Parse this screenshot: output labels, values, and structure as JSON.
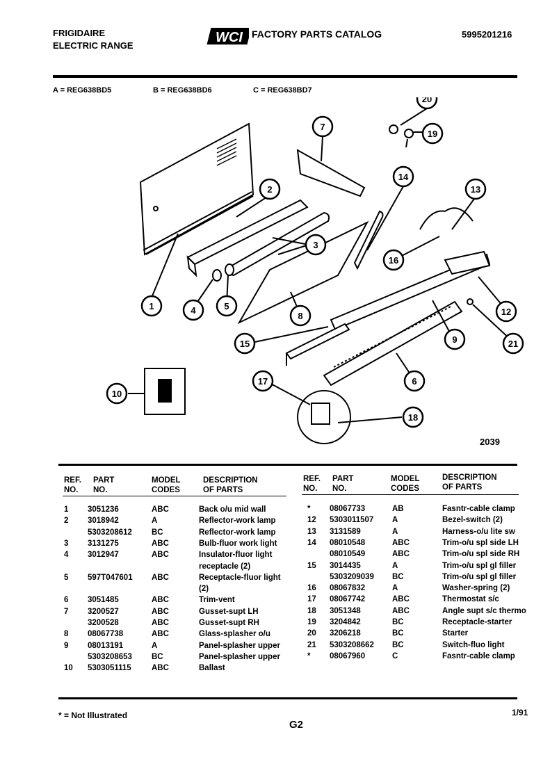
{
  "header": {
    "brand": "FRIGIDAIRE",
    "product": "ELECTRIC RANGE",
    "logo": "WCI",
    "catalog_title": "FACTORY PARTS CATALOG",
    "catalog_number": "5995201216"
  },
  "models_line": {
    "a": "A = REG638BD5",
    "b": "B = REG638BD6",
    "c": "C = REG638BD7"
  },
  "diagram": {
    "callouts": [
      "1",
      "2",
      "3",
      "4",
      "5",
      "6",
      "7",
      "8",
      "9",
      "10",
      "12",
      "13",
      "14",
      "15",
      "16",
      "17",
      "18",
      "19",
      "20",
      "21"
    ],
    "drawing_number": "2039"
  },
  "table_headers": {
    "ref": [
      "REF.",
      "NO."
    ],
    "part": [
      "PART",
      "NO."
    ],
    "model": [
      "MODEL",
      "CODES"
    ],
    "desc": [
      "DESCRIPTION",
      "OF PARTS"
    ]
  },
  "table_left": [
    {
      "ref": "1",
      "part": "3051236",
      "codes": "ABC",
      "desc": "Back o/u mid wall"
    },
    {
      "ref": "2",
      "part": "3018942",
      "codes": "A",
      "desc": "Reflector-work lamp"
    },
    {
      "ref": "",
      "part": "5303208612",
      "codes": "BC",
      "desc": "Reflector-work lamp"
    },
    {
      "ref": "3",
      "part": "3131275",
      "codes": "ABC",
      "desc": "Bulb-fluor work light"
    },
    {
      "ref": "4",
      "part": "3012947",
      "codes": "ABC",
      "desc": "Insulator-fluor light"
    },
    {
      "ref": "",
      "part": "",
      "codes": "",
      "desc": "receptacle (2)"
    },
    {
      "ref": "5",
      "part": "597T047601",
      "codes": "ABC",
      "desc": "Receptacle-fluor light"
    },
    {
      "ref": "",
      "part": "",
      "codes": "",
      "desc": "(2)"
    },
    {
      "ref": "6",
      "part": "3051485",
      "codes": "ABC",
      "desc": "Trim-vent"
    },
    {
      "ref": "7",
      "part": "3200527",
      "codes": "ABC",
      "desc": "Gusset-supt LH"
    },
    {
      "ref": "",
      "part": "3200528",
      "codes": "ABC",
      "desc": "Gusset-supt RH"
    },
    {
      "ref": "8",
      "part": "08067738",
      "codes": "ABC",
      "desc": "Glass-splasher o/u"
    },
    {
      "ref": "9",
      "part": "08013191",
      "codes": "A",
      "desc": "Panel-splasher upper"
    },
    {
      "ref": "",
      "part": "5303208653",
      "codes": "BC",
      "desc": "Panel-splasher upper"
    },
    {
      "ref": "10",
      "part": "5303051115",
      "codes": "ABC",
      "desc": "Ballast"
    }
  ],
  "table_right": [
    {
      "ref": "*",
      "part": "08067733",
      "codes": "AB",
      "desc": "Fasntr-cable clamp"
    },
    {
      "ref": "12",
      "part": "5303011507",
      "codes": "A",
      "desc": "Bezel-switch (2)"
    },
    {
      "ref": "13",
      "part": "3131589",
      "codes": "A",
      "desc": "Harness-o/u lite sw"
    },
    {
      "ref": "14",
      "part": "08010548",
      "codes": "ABC",
      "desc": "Trim-o/u spl side LH"
    },
    {
      "ref": "",
      "part": "08010549",
      "codes": "ABC",
      "desc": "Trim-o/u spl side RH"
    },
    {
      "ref": "15",
      "part": "3014435",
      "codes": "A",
      "desc": "Trim-o/u spl gl filler"
    },
    {
      "ref": "",
      "part": "5303209039",
      "codes": "BC",
      "desc": "Trim-o/u spl gl filler"
    },
    {
      "ref": "16",
      "part": "08067832",
      "codes": "A",
      "desc": "Washer-spring (2)"
    },
    {
      "ref": "17",
      "part": "08067742",
      "codes": "ABC",
      "desc": "Thermostat s/c"
    },
    {
      "ref": "18",
      "part": "3051348",
      "codes": "ABC",
      "desc": "Angle supt s/c thermo"
    },
    {
      "ref": "19",
      "part": "3204842",
      "codes": "BC",
      "desc": "Receptacle-starter"
    },
    {
      "ref": "20",
      "part": "3206218",
      "codes": "BC",
      "desc": "Starter"
    },
    {
      "ref": "21",
      "part": "5303208662",
      "codes": "BC",
      "desc": "Switch-fluo light"
    },
    {
      "ref": "*",
      "part": "08067960",
      "codes": "C",
      "desc": "Fasntr-cable clamp"
    }
  ],
  "footer": {
    "note": "* = Not Illustrated",
    "page": "G2",
    "date": "1/91"
  }
}
